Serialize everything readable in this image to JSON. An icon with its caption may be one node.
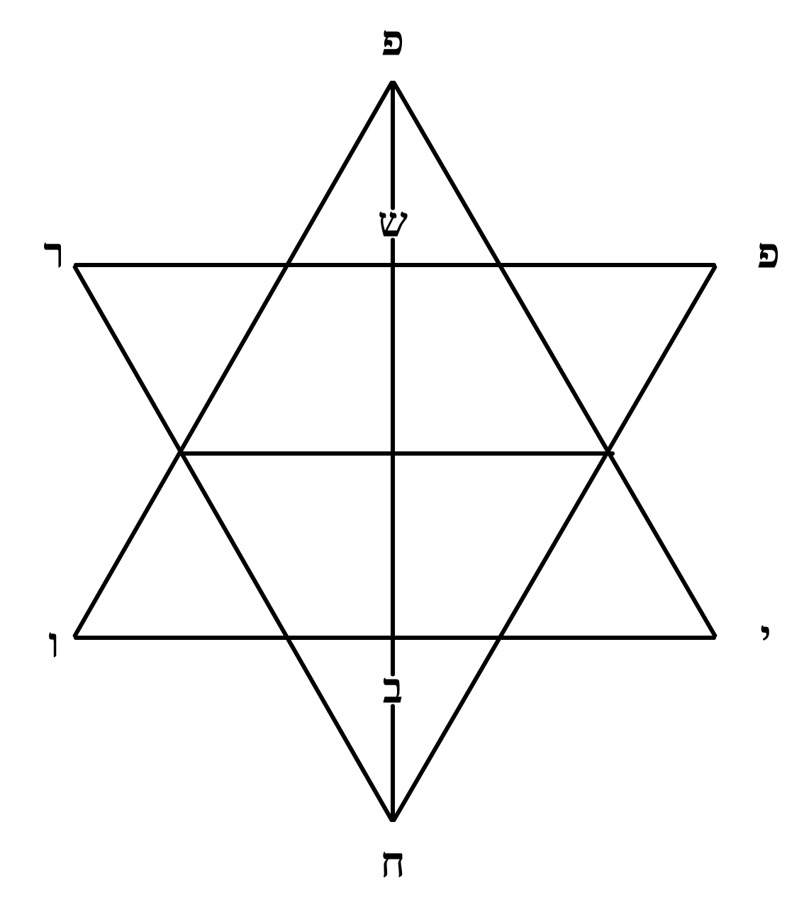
{
  "diagram": {
    "nodes": [
      {
        "text": [
          "פ"
        ]
      },
      {
        "text": [
          "ש"
        ]
      },
      {
        "text": [
          "ר"
        ]
      },
      {
        "text": [
          "פ"
        ]
      },
      {
        "text": [
          "ו"
        ]
      },
      {
        "text": [
          "י"
        ]
      },
      {
        "text": [
          "ב"
        ]
      },
      {
        "text": [
          "ח"
        ]
      }
    ],
    "edges": [
      {
        "from": 0,
        "to": 4,
        "arrow": "none"
      },
      {
        "from": 4,
        "to": 5,
        "arrow": "none"
      },
      {
        "from": 5,
        "to": 0,
        "arrow": "none"
      },
      {
        "from": 2,
        "to": 3,
        "arrow": "none"
      },
      {
        "from": 3,
        "to": 7,
        "arrow": "none"
      },
      {
        "from": 7,
        "to": 2,
        "arrow": "none"
      },
      {
        "from": 0,
        "to": 1,
        "arrow": "none"
      },
      {
        "from": 1,
        "to": 6,
        "arrow": "none"
      },
      {
        "from": 6,
        "to": 7,
        "arrow": "none"
      }
    ]
  }
}
